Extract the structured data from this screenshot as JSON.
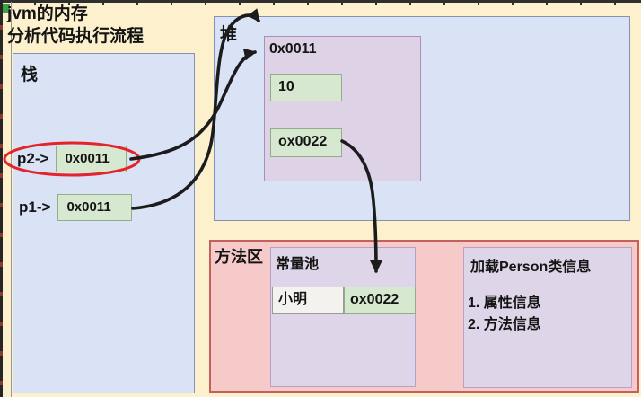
{
  "title": {
    "line1": "jvm的内存",
    "line2": "分析代码执行流程"
  },
  "stack": {
    "label": "栈",
    "frames": [
      {
        "pointer": "p2->",
        "value": "0x0011",
        "highlighted": true
      },
      {
        "pointer": "p1->",
        "value": "0x0011",
        "highlighted": false
      }
    ]
  },
  "heap": {
    "label": "堆",
    "object": {
      "address": "0x0011",
      "fields": [
        "10",
        "ox0022"
      ]
    }
  },
  "method_area": {
    "label": "方法区",
    "constant_pool": {
      "label": "常量池",
      "entry": {
        "value": "小明",
        "address": "ox0022"
      }
    },
    "class_info": {
      "title": "加载Person类信息",
      "items": "1. 属性信息\n2. 方法信息"
    }
  },
  "annotations": {
    "arrows": [
      "p2-frame to heap-object-address",
      "p1-frame to heap-top",
      "heap-field-ox0022 to constant-pool-entry"
    ],
    "highlight": "red ellipse around p2 frame"
  },
  "colors": {
    "background": "#fcf0cd",
    "region_blue": "#d9e3f5",
    "object_purple": "#ded2e7",
    "method_pink": "#f7caca",
    "value_green": "#d7e8d0",
    "string_white": "#f4f2ef",
    "arrow": "#1c1c1c",
    "highlight_red": "#e3242b"
  }
}
